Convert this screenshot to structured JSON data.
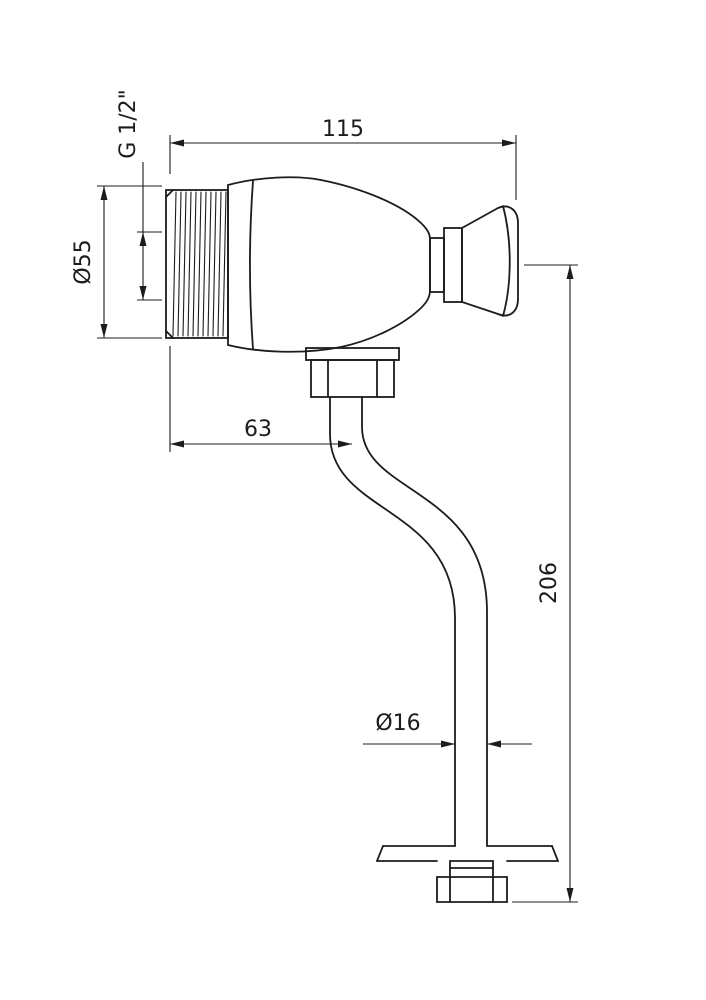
{
  "page": {
    "background": "#ffffff",
    "line_color": "#1c1c1c"
  },
  "drawing": {
    "type": "technical-dimension-drawing",
    "subject": "wall-mounted push-button flush valve with outlet pipe and floor flange",
    "dimensions": {
      "top_width": "115",
      "thread_size": "G 1/2\"",
      "body_height": "Ø55",
      "outlet_offset": "63",
      "overall_height": "206",
      "pipe_diameter": "Ø16"
    }
  }
}
